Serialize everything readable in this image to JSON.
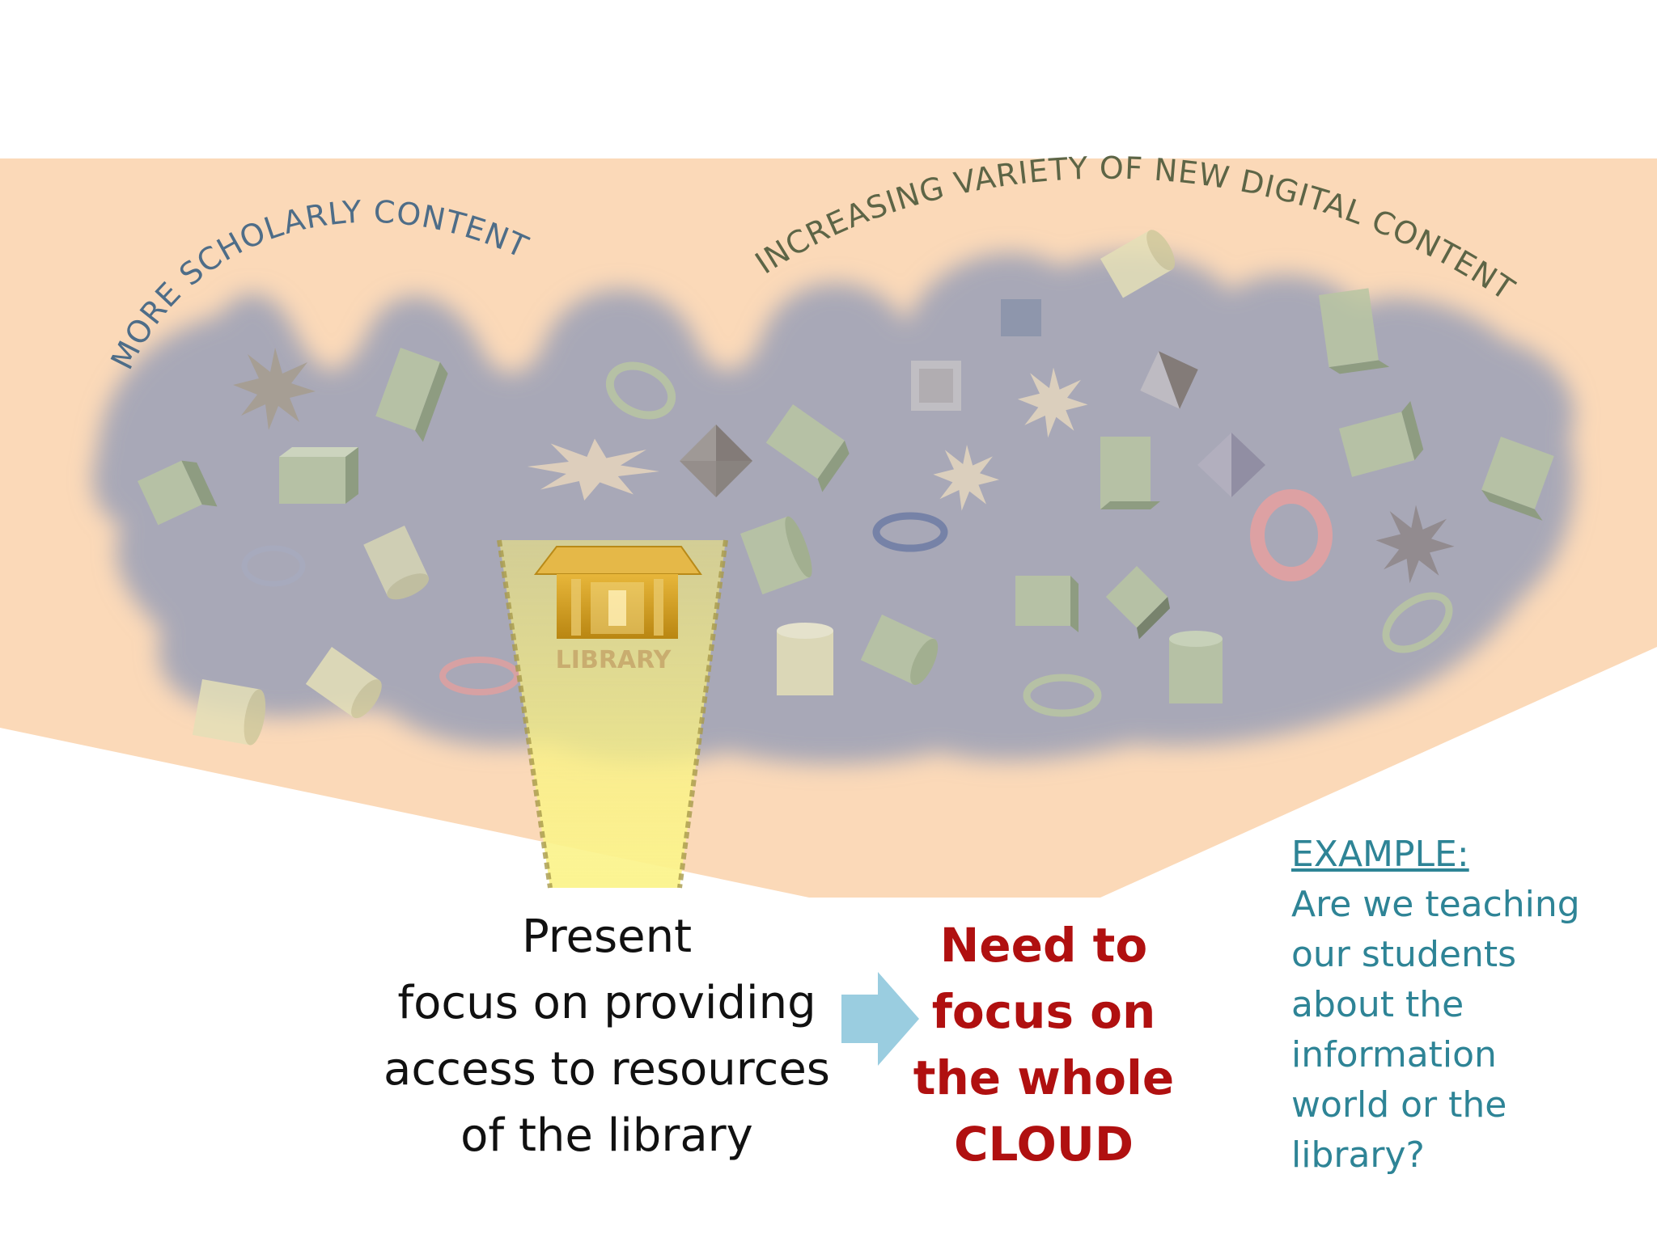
{
  "arc_left_text": "MORE SCHOLARLY CONTENT",
  "arc_right_text": "INCREASING  VARIETY OF NEW DIGITAL CONTENT",
  "library_label": "LIBRARY",
  "present_lines": [
    "Present",
    "focus on providing",
    "access to resources",
    "of the library"
  ],
  "need_lines": [
    "Need to",
    "focus on",
    "the whole",
    "CLOUD"
  ],
  "example_heading": "EXAMPLE:",
  "example_lines": [
    "Are we teaching",
    "our students",
    "about the",
    "information",
    "world or the",
    "library?"
  ],
  "colors": {
    "background_band": "#fbd9b8",
    "cloud": "#9aa0b6",
    "arc_left": "#4e6d88",
    "arc_right": "#5d6546",
    "spotlight": "#f8ef7e",
    "library_box": "#d8a520",
    "arrow": "#9acde0",
    "need_text": "#b01010",
    "example_text": "#2e8496"
  },
  "icons": [
    "library-icon",
    "arrow-right-icon",
    "star-icon",
    "box-icon",
    "cylinder-icon",
    "ring-icon",
    "pyramid-icon"
  ]
}
